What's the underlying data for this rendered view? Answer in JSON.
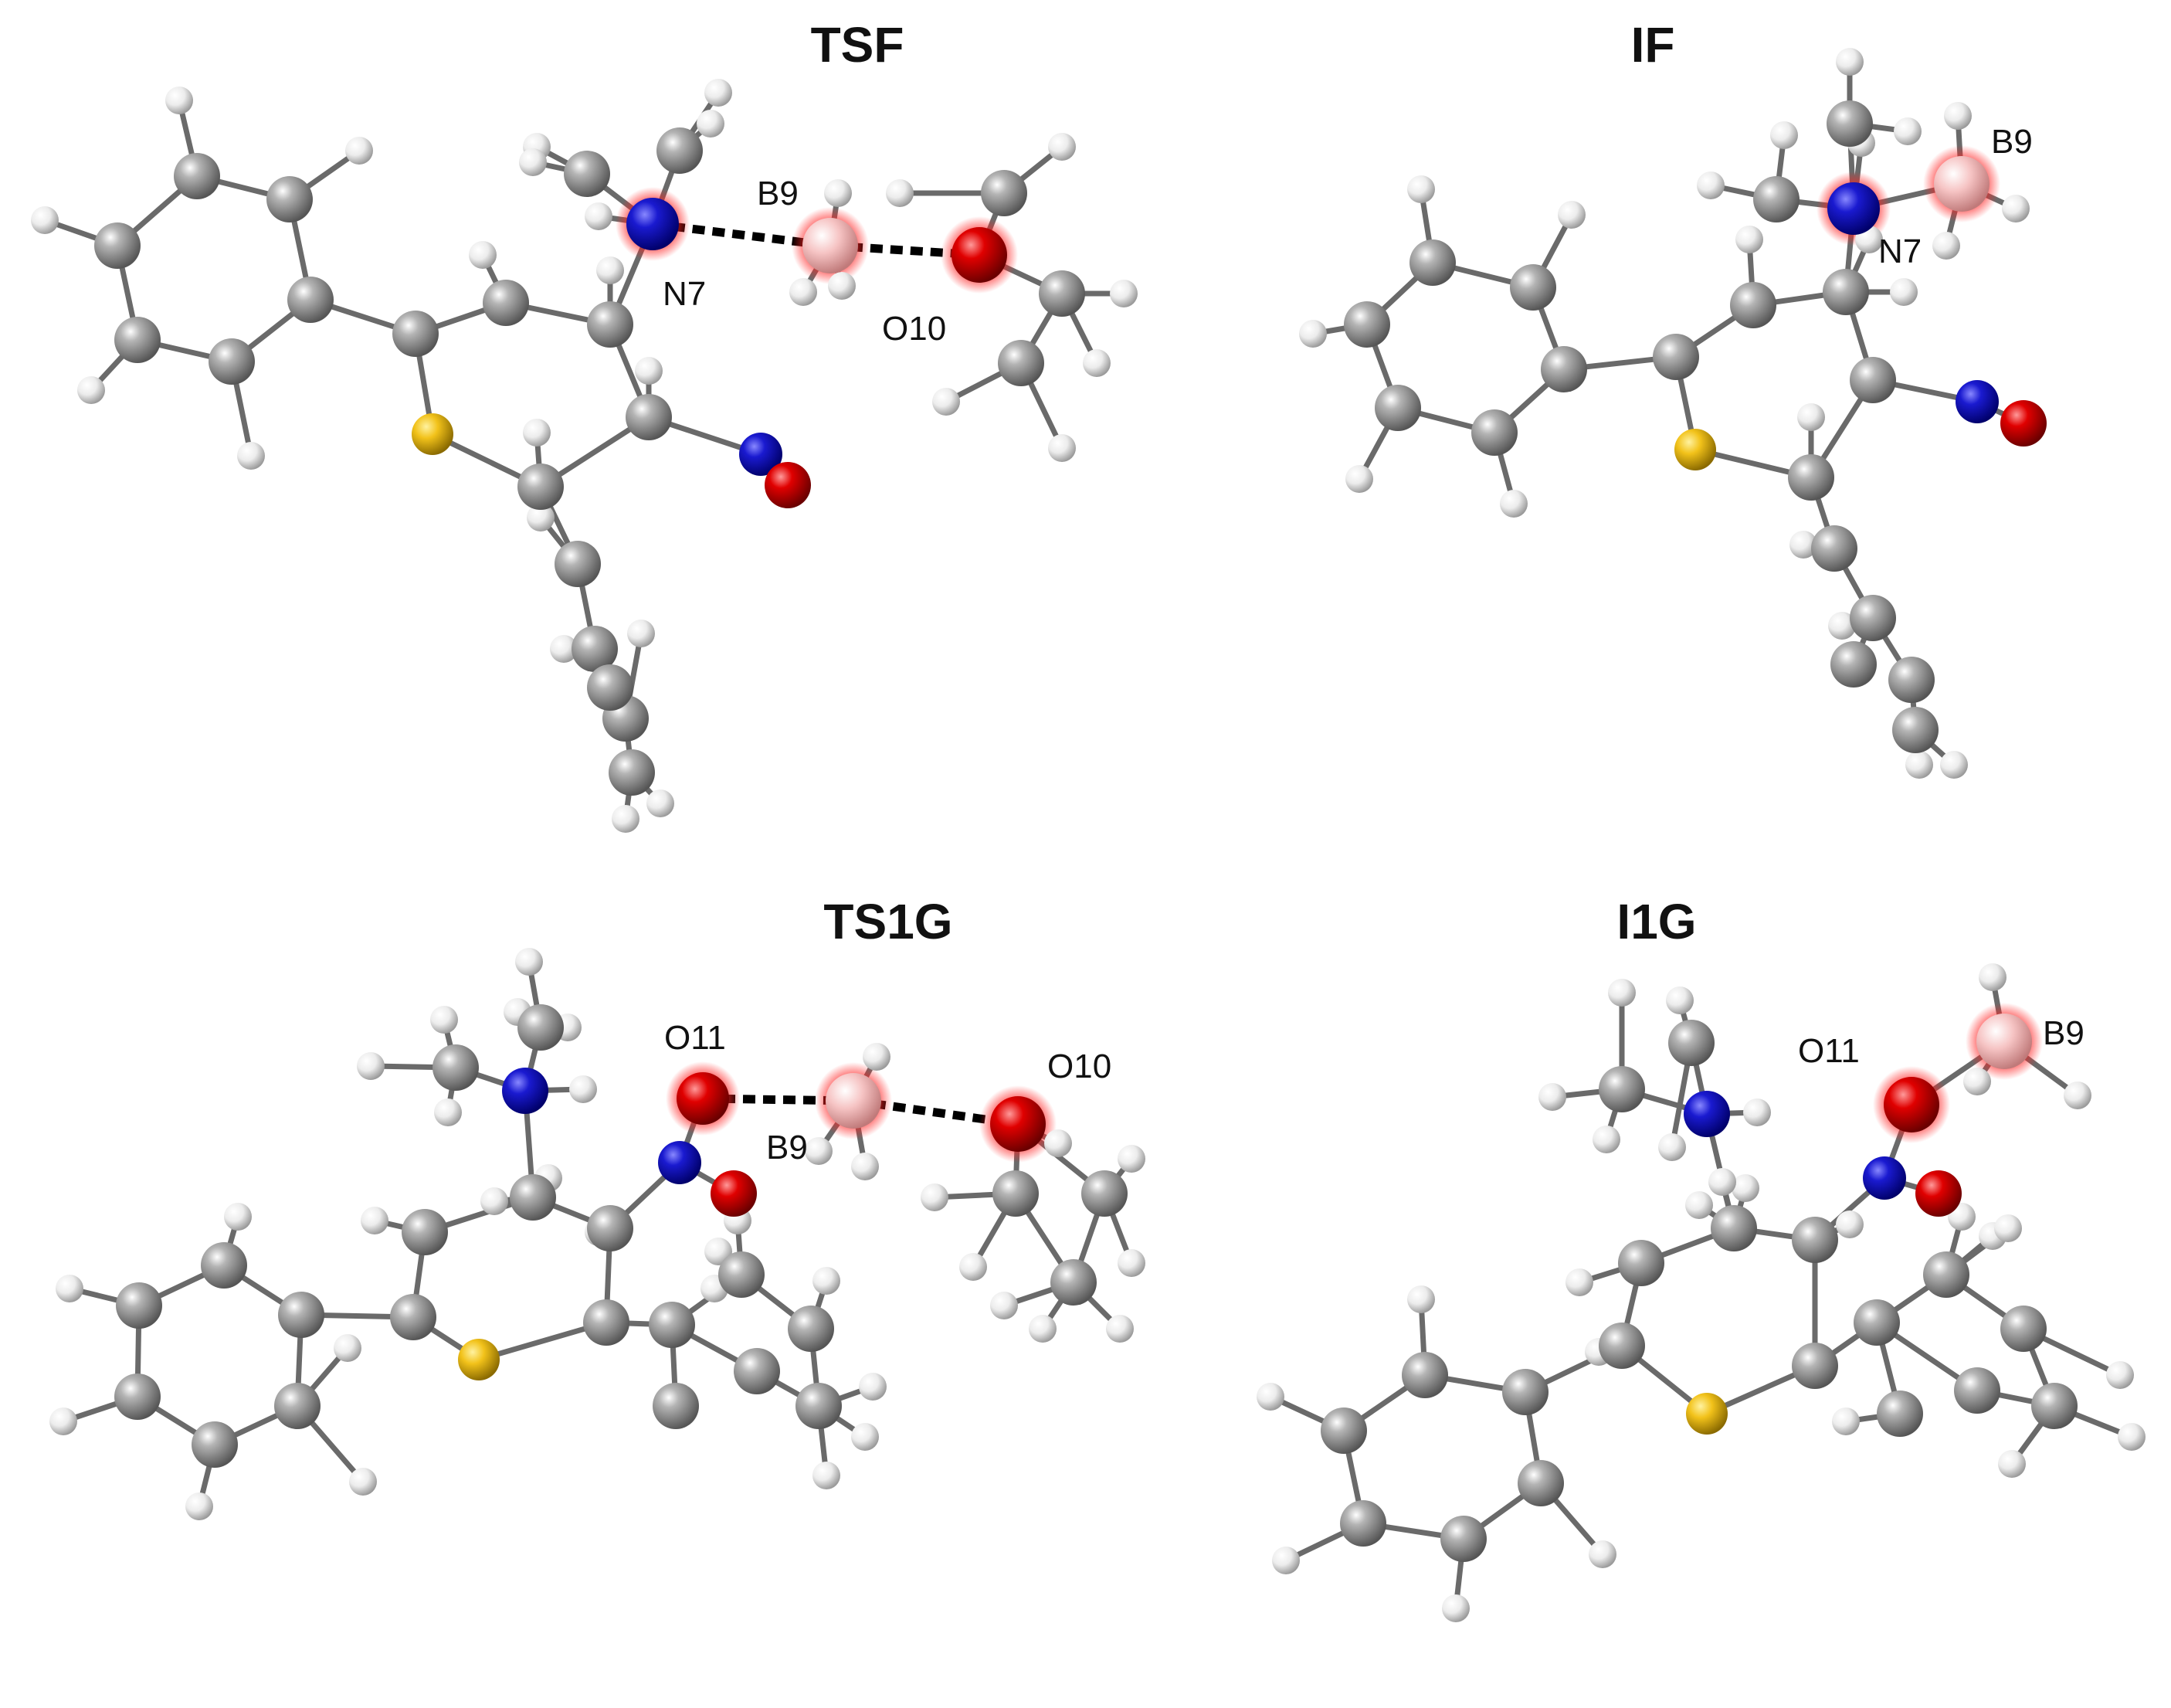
{
  "figure": {
    "panels": [
      {
        "id": "TSF",
        "title": "TSF",
        "atom_labels": {
          "n7": "N7",
          "b9": "B9",
          "o10": "O10"
        }
      },
      {
        "id": "IF",
        "title": "IF",
        "atom_labels": {
          "n7": "N7",
          "b9": "B9"
        }
      },
      {
        "id": "TS1G",
        "title": "TS1G",
        "atom_labels": {
          "o11": "O11",
          "b9": "B9",
          "o10": "O10"
        }
      },
      {
        "id": "I1G",
        "title": "I1G",
        "atom_labels": {
          "o11": "O11",
          "b9": "B9"
        }
      }
    ],
    "element_colors": {
      "carbon": "#8c8c8c",
      "hydrogen": "#e6e6e6",
      "nitrogen": "#1a1acc",
      "oxygen": "#dd0000",
      "sulfur": "#f2c21a",
      "boron": "#f4b8b8",
      "highlight_glow": "#ff3030"
    }
  }
}
